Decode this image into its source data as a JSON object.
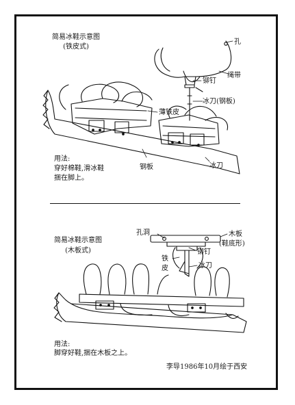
{
  "top": {
    "title": "简易冰鞋示意图",
    "subtitle": "(铁皮式)",
    "labels": {
      "hole": "孔",
      "strap": "绳带",
      "rivet": "铆钉",
      "blade_steel": "冰刀(钢板)",
      "thin_iron": "薄铁皮",
      "blade": "冰刀",
      "steel_plate": "钢板"
    },
    "usage_title": "用法:",
    "usage_line1": "穿好棉鞋,滑冰鞋",
    "usage_line2": "捆在脚上。"
  },
  "bottom": {
    "title": "简易冰鞋示意图",
    "subtitle": "(木板式)",
    "labels": {
      "hole": "孔洞",
      "board": "木板",
      "board_shape": "(鞋底形)",
      "rivet": "铆钉",
      "iron_1": "铁",
      "iron_2": "皮",
      "blade": "冰刀"
    },
    "usage_title": "用法:",
    "usage_line": "脚穿好鞋,捆在木板之上。"
  },
  "signature": "李导1986年10月绘于西安",
  "colors": {
    "ink": "#111111",
    "paper": "#ffffff"
  }
}
